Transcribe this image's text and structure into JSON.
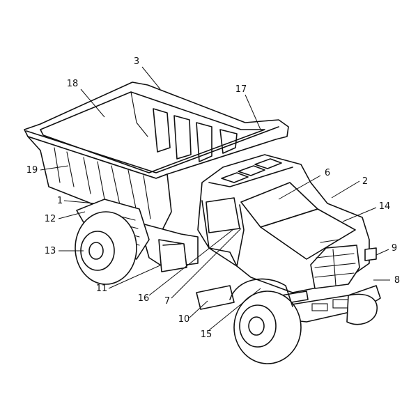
{
  "figure": {
    "labels": [
      {
        "id": "l1",
        "text": "1"
      },
      {
        "id": "l2",
        "text": "2"
      },
      {
        "id": "l3",
        "text": "3"
      },
      {
        "id": "l6",
        "text": "6"
      },
      {
        "id": "l7",
        "text": "7"
      },
      {
        "id": "l8",
        "text": "8"
      },
      {
        "id": "l9",
        "text": "9"
      },
      {
        "id": "l10",
        "text": "10"
      },
      {
        "id": "l11",
        "text": "11"
      },
      {
        "id": "l12",
        "text": "12"
      },
      {
        "id": "l13",
        "text": "13"
      },
      {
        "id": "l14",
        "text": "14"
      },
      {
        "id": "l15",
        "text": "15"
      },
      {
        "id": "l16",
        "text": "16"
      },
      {
        "id": "l17",
        "text": "17"
      },
      {
        "id": "l18",
        "text": "18"
      },
      {
        "id": "l19",
        "text": "19"
      }
    ]
  }
}
